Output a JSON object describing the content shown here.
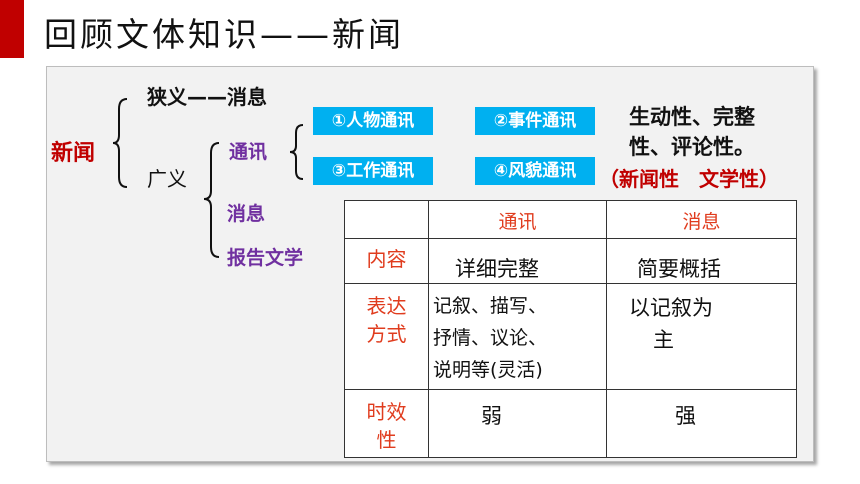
{
  "title": "回顾文体知识——新闻",
  "tree": {
    "root": "新闻",
    "narrow": "狭义——消息",
    "broad": "广义",
    "tongxun": "通讯",
    "xiaoxi": "消息",
    "baogao": "报告文学"
  },
  "tags": [
    "①人物通讯",
    "②事件通讯",
    "③工作通讯",
    "④风貌通讯"
  ],
  "traits": {
    "line1": "生动性、完整",
    "line2": "性、评论性。",
    "line3": "（新闻性　文学性）"
  },
  "table": {
    "col1": "通讯",
    "col2": "消息",
    "rows": [
      {
        "label": [
          "内容"
        ],
        "a": [
          "详细完整"
        ],
        "b": [
          "简要概括"
        ]
      },
      {
        "label": [
          "表达",
          "方式"
        ],
        "a": [
          "记叙、描写、",
          "抒情、议论、",
          "说明等(灵活)"
        ],
        "b": [
          "以记叙为",
          "主"
        ]
      },
      {
        "label": [
          "时效",
          "性"
        ],
        "a": [
          "弱"
        ],
        "b": [
          "强"
        ]
      }
    ]
  }
}
